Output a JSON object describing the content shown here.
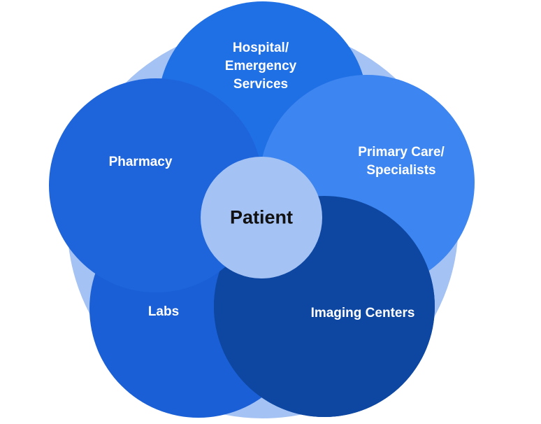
{
  "diagram": {
    "center": {
      "label": "Patient",
      "color": "#a4c2f4"
    },
    "outer_ring_color": "#a4c2f4",
    "nodes": [
      {
        "id": "hospital",
        "lines": [
          "Hospital/",
          "Emergency",
          "Services"
        ],
        "color": "#1f6fe5"
      },
      {
        "id": "primary_care",
        "lines": [
          "Primary Care/",
          "Specialists"
        ],
        "color": "#3d85f0"
      },
      {
        "id": "imaging",
        "lines": [
          "Imaging Centers"
        ],
        "color": "#0d47a1"
      },
      {
        "id": "labs",
        "lines": [
          "Labs"
        ],
        "color": "#1a5fd6"
      },
      {
        "id": "pharmacy",
        "lines": [
          "Pharmacy"
        ],
        "color": "#1e65dc"
      }
    ]
  }
}
